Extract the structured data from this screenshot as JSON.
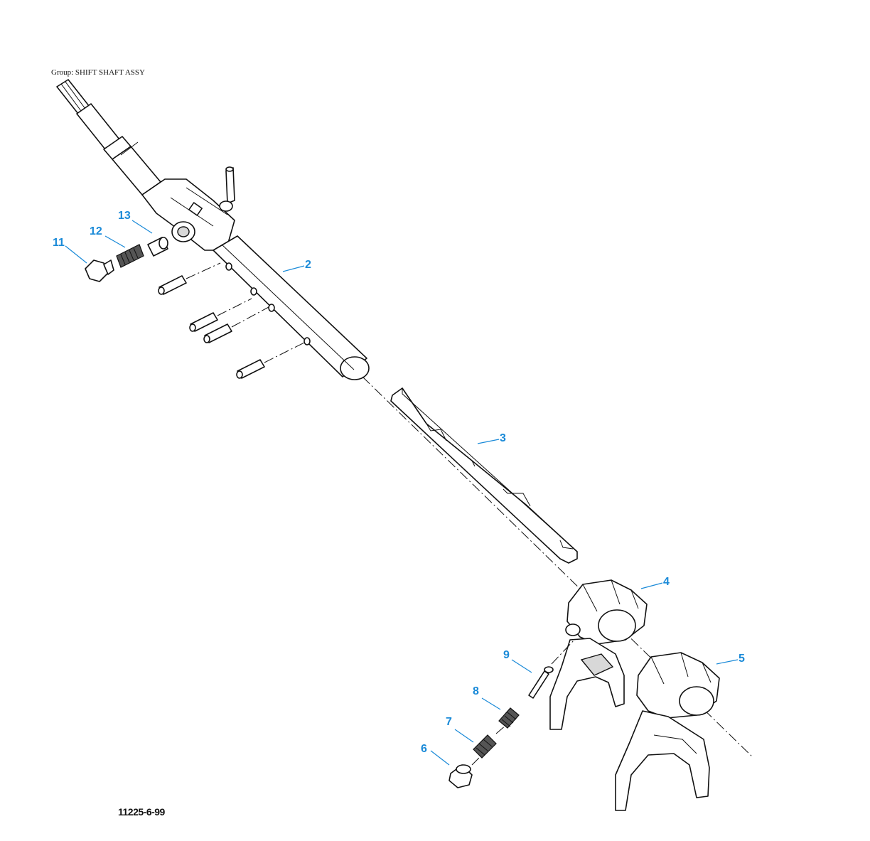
{
  "group_label": "Group: SHIFT SHAFT ASSY",
  "figure_number": "11225-6-99",
  "callouts": [
    {
      "id": "c2",
      "label": "2"
    },
    {
      "id": "c3",
      "label": "3"
    },
    {
      "id": "c4",
      "label": "4"
    },
    {
      "id": "c5",
      "label": "5"
    },
    {
      "id": "c6",
      "label": "6"
    },
    {
      "id": "c7",
      "label": "7"
    },
    {
      "id": "c8",
      "label": "8"
    },
    {
      "id": "c9",
      "label": "9"
    },
    {
      "id": "c11",
      "label": "11"
    },
    {
      "id": "c12",
      "label": "12"
    },
    {
      "id": "c13",
      "label": "13"
    }
  ],
  "colors": {
    "callout": "#1a8ad8",
    "line": "#111111"
  }
}
